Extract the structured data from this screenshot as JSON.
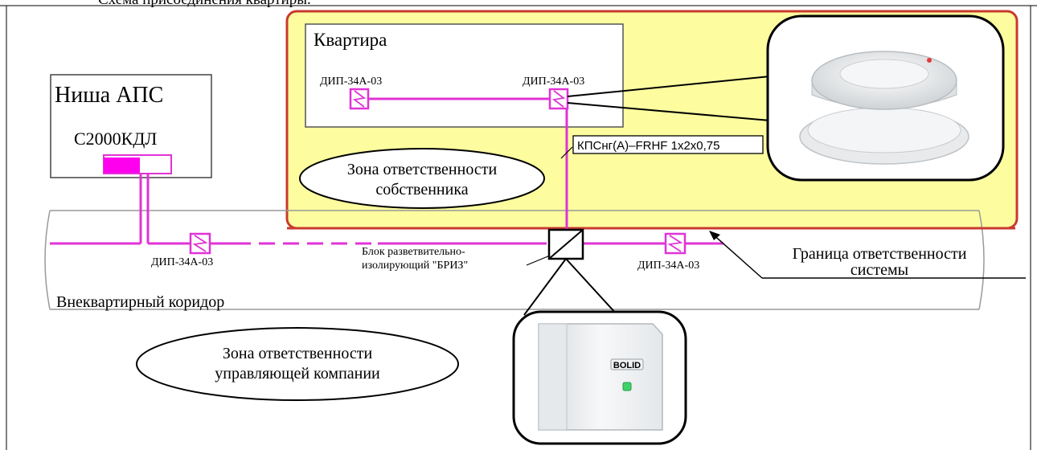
{
  "caption": "Схема присоединения квартиры.",
  "labels": {
    "apartment": "Квартира",
    "niche": "Ниша АПС",
    "controller": "С2000КДЛ",
    "detector": "ДИП-34А-03",
    "cable": "КПСнг(А)–FRHF 1х2х0,75",
    "owner_zone": [
      "Зона ответственности",
      "собственника"
    ],
    "breeze_block": [
      "Блок разветвительно-",
      "изолирующий \"БРИЗ\""
    ],
    "system_boundary": [
      "Граница ответственности",
      "системы"
    ],
    "corridor": "Внеквартирный коридор",
    "company_zone": [
      "Зона ответственности",
      "управляющей компании"
    ],
    "device_brand": "BOLID"
  },
  "colors": {
    "wire": "#e033d6",
    "zone_fill": "#fdfda0",
    "zone_border": "#c93a2e",
    "controller_port": "#ff00ee"
  }
}
